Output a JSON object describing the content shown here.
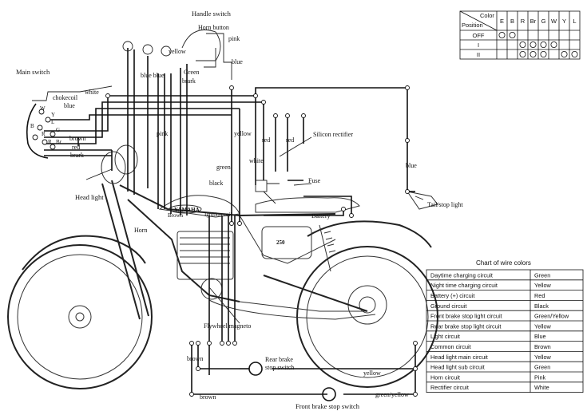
{
  "labels": {
    "handle_switch": "Handle switch",
    "horn_button": "Horn button",
    "pink_top": "pink",
    "blue_top": "blue",
    "yellow_top": "yellow",
    "blue_blue": "blue blue",
    "green": "Green",
    "brark_top": "brark",
    "main_switch": "Main switch",
    "white_main": "white",
    "chokecoil": "chokecoil",
    "blue_main": "blue",
    "brown_main": "brown",
    "red_main": "red",
    "brark_main": "brark",
    "term_w": "W",
    "term_y": "Y",
    "term_l": "L",
    "term_g": "G",
    "term_b": "B",
    "term_r": "R",
    "term_r2": "R",
    "term_br": "Br",
    "pink_mid": "pink",
    "yellow_mid": "yellow",
    "red_mid": "red",
    "red_mid2": "red",
    "white_mid": "white",
    "silicon_rectifier": "Silicon rectifier",
    "fuse": "Fuse",
    "blue_right": "blue",
    "green_mid": "green",
    "black_mid": "black",
    "head_light": "Head light",
    "brown_mid": "Brown",
    "ignition_coil": "Ignition coil",
    "battery": "Battery",
    "tail_stop_light": "Tail/stop light",
    "horn": "Horn",
    "yamaha": "YAMAHA",
    "flywheel_magneto": "Flywheel magneto",
    "brown_bottom": "brown",
    "rear_brake_switch": "Rear brake stop switch",
    "yellow_bottom": "yellow",
    "brown_bottom2": "brown",
    "green_yellow_bottom": "green/yellow",
    "front_brake_switch": "Front brake stop switch"
  },
  "switch_table": {
    "corner_top": "Color",
    "corner_bottom": "Position",
    "colors": [
      "E",
      "B",
      "R",
      "Br",
      "G",
      "W",
      "Y",
      "L"
    ],
    "rows": [
      {
        "position": "OFF",
        "marks": [
          1,
          1,
          0,
          0,
          0,
          0,
          0,
          0
        ]
      },
      {
        "position": "I",
        "marks": [
          0,
          0,
          1,
          1,
          1,
          1,
          0,
          0
        ]
      },
      {
        "position": "II",
        "marks": [
          0,
          0,
          1,
          1,
          1,
          0,
          1,
          1
        ]
      }
    ]
  },
  "wire_chart": {
    "title": "Chart of wire colors",
    "rows": [
      {
        "circuit": "Daytime charging circuit",
        "color": "Green"
      },
      {
        "circuit": "Night time charging circuit",
        "color": "Yellow"
      },
      {
        "circuit": "Battery (+) circuit",
        "color": "Red"
      },
      {
        "circuit": "Ground circuit",
        "color": "Black"
      },
      {
        "circuit": "Front brake stop light circuit",
        "color": "Green/Yellow"
      },
      {
        "circuit": "Rear brake stop light circuit",
        "color": "Yellow"
      },
      {
        "circuit": "Light circuit",
        "color": "Blue"
      },
      {
        "circuit": "Common circuit",
        "color": "Brown"
      },
      {
        "circuit": "Head light main circuit",
        "color": "Yellow"
      },
      {
        "circuit": "Head light sub circuit",
        "color": "Green"
      },
      {
        "circuit": "Horn circuit",
        "color": "Pink"
      },
      {
        "circuit": "Rectifier circuit",
        "color": "White"
      }
    ]
  }
}
